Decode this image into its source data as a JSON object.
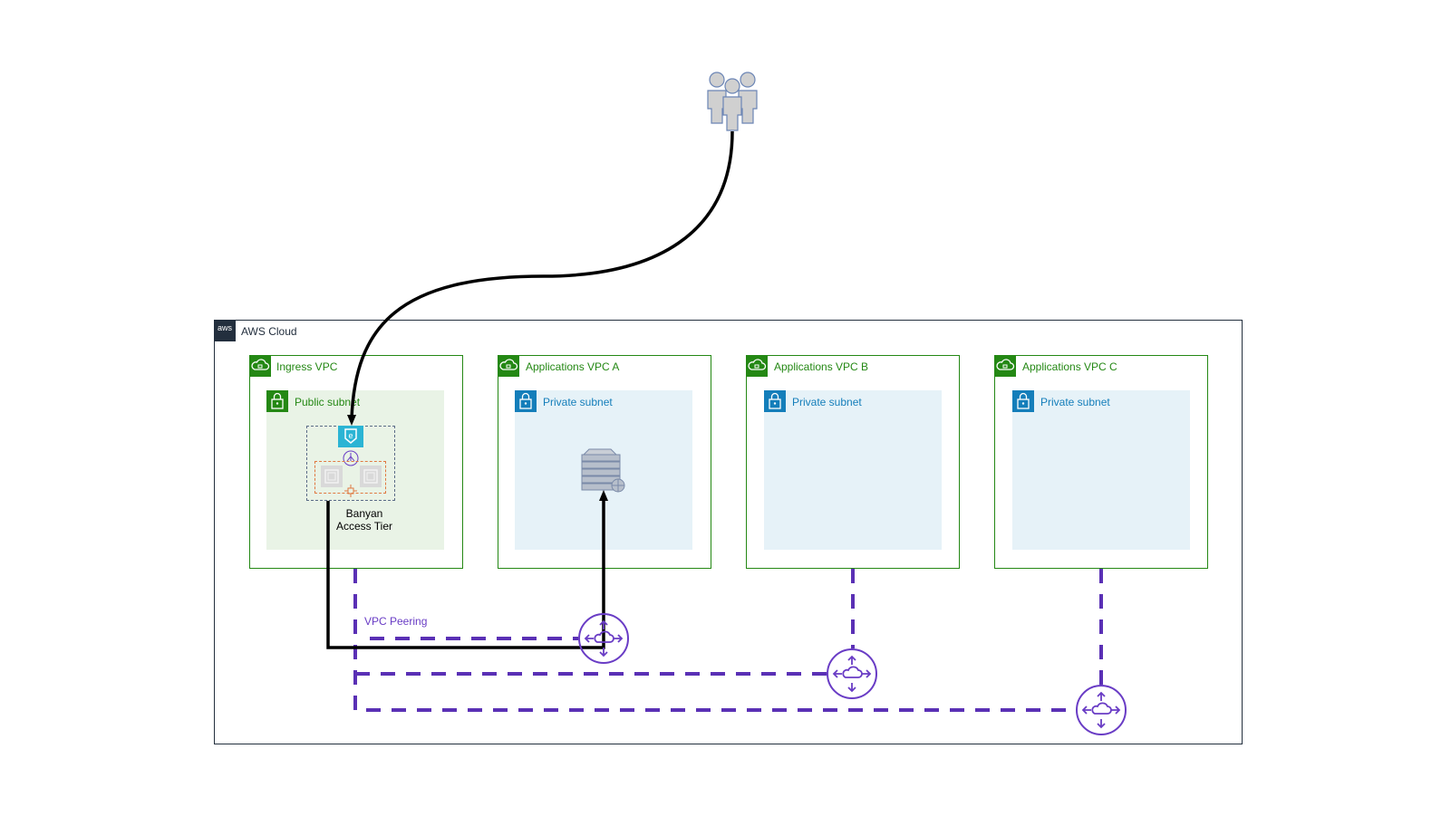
{
  "cloud": {
    "label": "AWS Cloud",
    "logo": "aws"
  },
  "vpcs": [
    {
      "label": "Ingress VPC",
      "subnet": "Public subnet"
    },
    {
      "label": "Applications VPC A",
      "subnet": "Private subnet"
    },
    {
      "label": "Applications VPC B",
      "subnet": "Private subnet"
    },
    {
      "label": "Applications VPC C",
      "subnet": "Private subnet"
    }
  ],
  "access_tier": {
    "label_line1": "Banyan",
    "label_line2": "Access Tier"
  },
  "peering": {
    "label": "VPC Peering"
  },
  "colors": {
    "vpc": "#248814",
    "private": "#147eba",
    "peering": "#693cc5",
    "cloud": "#232f3e"
  }
}
